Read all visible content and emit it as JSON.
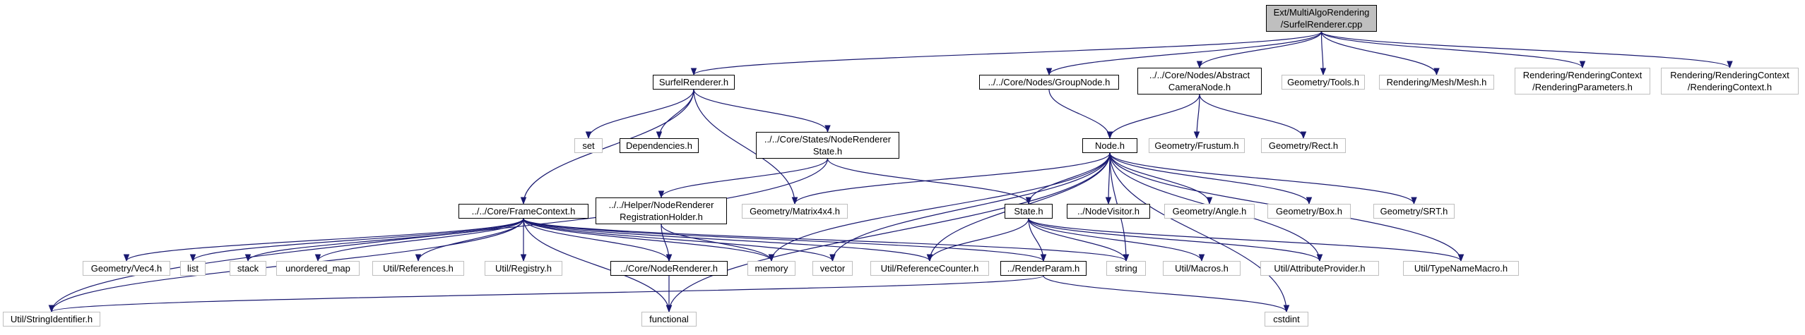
{
  "nodes": {
    "root": [
      "Ext/MultiAlgoRendering",
      "/SurfelRenderer.cpp"
    ],
    "surfelrenderer_h": [
      "SurfelRenderer.h"
    ],
    "groupnode_h": [
      "../../Core/Nodes/GroupNode.h"
    ],
    "abstractcameranode_h": [
      "../../Core/Nodes/Abstract",
      "CameraNode.h"
    ],
    "geometry_tools_h": [
      "Geometry/Tools.h"
    ],
    "rendering_mesh_h": [
      "Rendering/Mesh/Mesh.h"
    ],
    "renderingparameters_h": [
      "Rendering/RenderingContext",
      "/RenderingParameters.h"
    ],
    "renderingcontext_h": [
      "Rendering/RenderingContext",
      "/RenderingContext.h"
    ],
    "set": [
      "set"
    ],
    "dependencies_h": [
      "Dependencies.h"
    ],
    "noderendererstate_h": [
      "../../Core/States/NodeRenderer",
      "State.h"
    ],
    "node_h": [
      "Node.h"
    ],
    "geometry_frustum_h": [
      "Geometry/Frustum.h"
    ],
    "geometry_rect_h": [
      "Geometry/Rect.h"
    ],
    "framecontext_h": [
      "../../Core/FrameContext.h"
    ],
    "registrationholder_h": [
      "../../Helper/NodeRenderer",
      "RegistrationHolder.h"
    ],
    "geometry_matrix4x4_h": [
      "Geometry/Matrix4x4.h"
    ],
    "state_h": [
      "State.h"
    ],
    "nodevisitor_h": [
      "../NodeVisitor.h"
    ],
    "geometry_angle_h": [
      "Geometry/Angle.h"
    ],
    "geometry_box_h": [
      "Geometry/Box.h"
    ],
    "geometry_srt_h": [
      "Geometry/SRT.h"
    ],
    "geometry_vec4_h": [
      "Geometry/Vec4.h"
    ],
    "list": [
      "list"
    ],
    "stack": [
      "stack"
    ],
    "unordered_map": [
      "unordered_map"
    ],
    "util_references_h": [
      "Util/References.h"
    ],
    "util_registry_h": [
      "Util/Registry.h"
    ],
    "core_noderenderer_h": [
      "../Core/NodeRenderer.h"
    ],
    "memory": [
      "memory"
    ],
    "vector": [
      "vector"
    ],
    "util_referencecounter_h": [
      "Util/ReferenceCounter.h"
    ],
    "renderparam_h": [
      "../RenderParam.h"
    ],
    "string": [
      "string"
    ],
    "util_macros_h": [
      "Util/Macros.h"
    ],
    "util_attributeprovider_h": [
      "Util/AttributeProvider.h"
    ],
    "util_typenamemacro_h": [
      "Util/TypeNameMacro.h"
    ],
    "util_stringidentifier_h": [
      "Util/StringIdentifier.h"
    ],
    "functional": [
      "functional"
    ],
    "cstdint": [
      "cstdint"
    ]
  },
  "edges": [
    [
      "root",
      "surfelrenderer_h"
    ],
    [
      "root",
      "groupnode_h"
    ],
    [
      "root",
      "abstractcameranode_h"
    ],
    [
      "root",
      "geometry_tools_h"
    ],
    [
      "root",
      "rendering_mesh_h"
    ],
    [
      "root",
      "renderingparameters_h"
    ],
    [
      "root",
      "renderingcontext_h"
    ],
    [
      "surfelrenderer_h",
      "set"
    ],
    [
      "surfelrenderer_h",
      "dependencies_h"
    ],
    [
      "surfelrenderer_h",
      "noderendererstate_h"
    ],
    [
      "surfelrenderer_h",
      "framecontext_h"
    ],
    [
      "surfelrenderer_h",
      "geometry_matrix4x4_h"
    ],
    [
      "groupnode_h",
      "node_h"
    ],
    [
      "abstractcameranode_h",
      "node_h"
    ],
    [
      "abstractcameranode_h",
      "geometry_frustum_h"
    ],
    [
      "abstractcameranode_h",
      "geometry_rect_h"
    ],
    [
      "noderendererstate_h",
      "util_stringidentifier_h"
    ],
    [
      "noderendererstate_h",
      "registrationholder_h"
    ],
    [
      "noderendererstate_h",
      "state_h"
    ],
    [
      "node_h",
      "geometry_matrix4x4_h"
    ],
    [
      "node_h",
      "state_h"
    ],
    [
      "node_h",
      "nodevisitor_h"
    ],
    [
      "node_h",
      "geometry_angle_h"
    ],
    [
      "node_h",
      "geometry_box_h"
    ],
    [
      "node_h",
      "geometry_srt_h"
    ],
    [
      "node_h",
      "memory"
    ],
    [
      "node_h",
      "vector"
    ],
    [
      "node_h",
      "util_referencecounter_h"
    ],
    [
      "node_h",
      "string"
    ],
    [
      "node_h",
      "util_attributeprovider_h"
    ],
    [
      "node_h",
      "util_typenamemacro_h"
    ],
    [
      "node_h",
      "functional"
    ],
    [
      "node_h",
      "cstdint"
    ],
    [
      "framecontext_h",
      "util_stringidentifier_h"
    ],
    [
      "framecontext_h",
      "geometry_vec4_h"
    ],
    [
      "framecontext_h",
      "list"
    ],
    [
      "framecontext_h",
      "stack"
    ],
    [
      "framecontext_h",
      "unordered_map"
    ],
    [
      "framecontext_h",
      "util_references_h"
    ],
    [
      "framecontext_h",
      "util_registry_h"
    ],
    [
      "framecontext_h",
      "core_noderenderer_h"
    ],
    [
      "framecontext_h",
      "memory"
    ],
    [
      "framecontext_h",
      "vector"
    ],
    [
      "framecontext_h",
      "util_referencecounter_h"
    ],
    [
      "framecontext_h",
      "renderparam_h"
    ],
    [
      "framecontext_h",
      "string"
    ],
    [
      "framecontext_h",
      "functional"
    ],
    [
      "registrationholder_h",
      "core_noderenderer_h"
    ],
    [
      "registrationholder_h",
      "memory"
    ],
    [
      "core_noderenderer_h",
      "functional"
    ],
    [
      "state_h",
      "util_referencecounter_h"
    ],
    [
      "state_h",
      "renderparam_h"
    ],
    [
      "state_h",
      "string"
    ],
    [
      "state_h",
      "util_macros_h"
    ],
    [
      "state_h",
      "util_attributeprovider_h"
    ],
    [
      "state_h",
      "util_typenamemacro_h"
    ],
    [
      "renderparam_h",
      "util_stringidentifier_h"
    ],
    [
      "renderparam_h",
      "cstdint"
    ]
  ],
  "colors": {
    "edge": "#191970",
    "system_border": "#bfbfbf",
    "root_fill": "#bfbfbf"
  }
}
